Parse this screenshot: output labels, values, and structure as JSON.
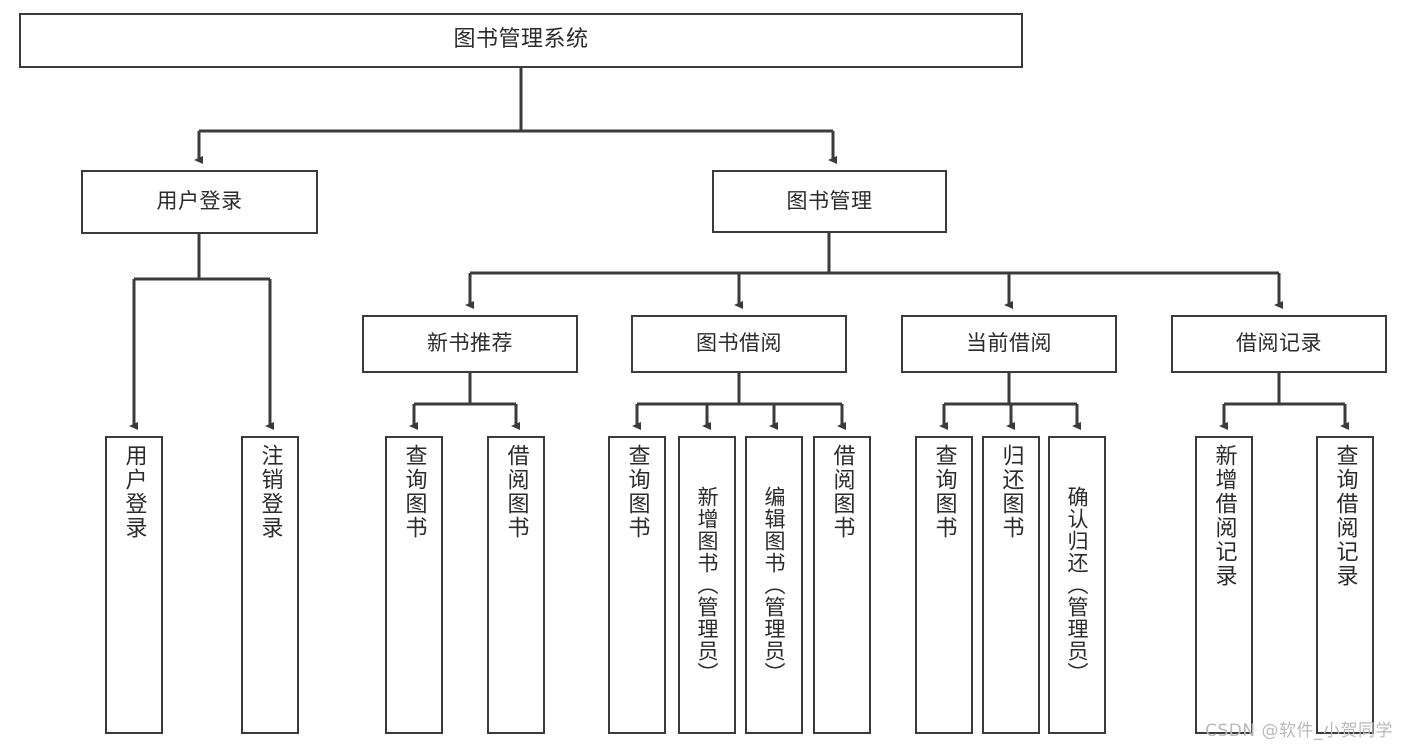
{
  "diagram": {
    "title": "图书管理系统",
    "type": "tree-hierarchy",
    "watermark": "CSDN @软件_小贺同学",
    "colors": {
      "border": "#3b3b3b",
      "background": "#ffffff",
      "text": "#2b2b2b",
      "watermark": "#b9b9b9"
    },
    "levels": {
      "level0": [
        {
          "id": "root",
          "label": "图书管理系统",
          "orientation": "horizontal"
        }
      ],
      "level1": [
        {
          "id": "user-login",
          "label": "用户登录",
          "orientation": "horizontal",
          "parent": "root"
        },
        {
          "id": "book-manage",
          "label": "图书管理",
          "orientation": "horizontal",
          "parent": "root"
        }
      ],
      "level2": [
        {
          "id": "new-book-recommend",
          "label": "新书推荐",
          "orientation": "horizontal",
          "parent": "book-manage"
        },
        {
          "id": "book-borrow",
          "label": "图书借阅",
          "orientation": "horizontal",
          "parent": "book-manage"
        },
        {
          "id": "current-borrow",
          "label": "当前借阅",
          "orientation": "horizontal",
          "parent": "book-manage"
        },
        {
          "id": "borrow-record",
          "label": "借阅记录",
          "orientation": "horizontal",
          "parent": "book-manage"
        }
      ],
      "level3": [
        {
          "id": "leaf-user-login",
          "label": "用户登录",
          "orientation": "vertical",
          "parent": "user-login"
        },
        {
          "id": "leaf-logout",
          "label": "注销登录",
          "orientation": "vertical",
          "parent": "user-login"
        },
        {
          "id": "leaf-query-book-1",
          "label": "查询图书",
          "orientation": "vertical",
          "parent": "new-book-recommend"
        },
        {
          "id": "leaf-borrow-book-1",
          "label": "借阅图书",
          "orientation": "vertical",
          "parent": "new-book-recommend"
        },
        {
          "id": "leaf-query-book-2",
          "label": "查询图书",
          "orientation": "vertical",
          "parent": "book-borrow"
        },
        {
          "id": "leaf-add-book",
          "label": "新增图书（管理员）",
          "orientation": "vertical",
          "parent": "book-borrow"
        },
        {
          "id": "leaf-edit-book",
          "label": "编辑图书（管理员）",
          "orientation": "vertical",
          "parent": "book-borrow"
        },
        {
          "id": "leaf-borrow-book-2",
          "label": "借阅图书",
          "orientation": "vertical",
          "parent": "book-borrow"
        },
        {
          "id": "leaf-query-book-3",
          "label": "查询图书",
          "orientation": "vertical",
          "parent": "current-borrow"
        },
        {
          "id": "leaf-return-book",
          "label": "归还图书",
          "orientation": "vertical",
          "parent": "current-borrow"
        },
        {
          "id": "leaf-confirm-return",
          "label": "确认归还（管理员）",
          "orientation": "vertical",
          "parent": "current-borrow"
        },
        {
          "id": "leaf-add-record",
          "label": "新增借阅记录",
          "orientation": "vertical",
          "parent": "borrow-record"
        },
        {
          "id": "leaf-query-record",
          "label": "查询借阅记录",
          "orientation": "vertical",
          "parent": "borrow-record"
        }
      ]
    }
  }
}
